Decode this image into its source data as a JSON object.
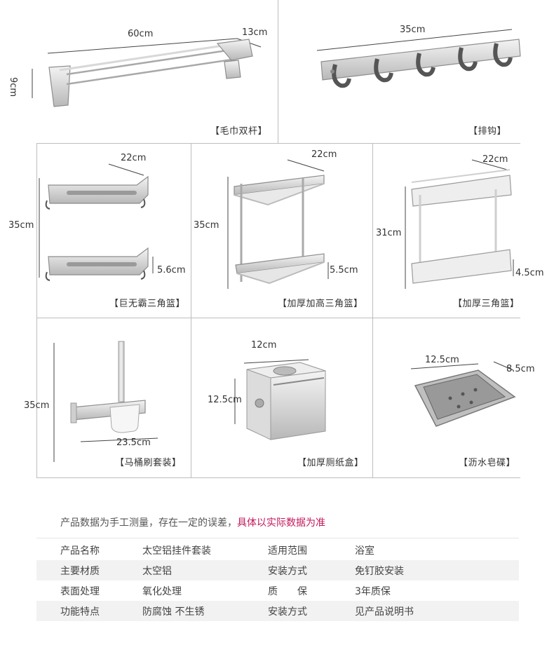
{
  "products": {
    "towel_bar": {
      "caption": "【毛巾双杆】",
      "width": "60cm",
      "depth": "13cm",
      "height": "9cm"
    },
    "hook_rack": {
      "caption": "【排钩】",
      "width": "35cm"
    },
    "corner_basket_large": {
      "caption": "【巨无霸三角篮】",
      "width": "22cm",
      "height": "35cm",
      "rim": "5.6cm"
    },
    "corner_basket_tall": {
      "caption": "【加厚加高三角篮】",
      "width": "22cm",
      "height": "35cm",
      "rim": "5.5cm"
    },
    "corner_basket_thick": {
      "caption": "【加厚三角篮】",
      "width": "22cm",
      "height": "31cm",
      "rim": "4.5cm"
    },
    "toilet_brush": {
      "caption": "【马桶刷套装】",
      "height": "35cm",
      "width": "23.5cm"
    },
    "paper_box": {
      "caption": "【加厚厕纸盒】",
      "width": "12cm",
      "height": "12.5cm"
    },
    "soap_dish": {
      "caption": "【沥水皂碟】",
      "length": "12.5cm",
      "width": "8.5cm"
    }
  },
  "note": {
    "text": "产品数据为手工测量，存在一定的误差，",
    "highlight": "具体以实际数据为准"
  },
  "specs": [
    {
      "k1": "产品名称",
      "v1": "太空铝挂件套装",
      "k2": "适用范围",
      "v2": "浴室"
    },
    {
      "k1": "主要材质",
      "v1": "太空铝",
      "k2": "安装方式",
      "v2": "免钉胶安装"
    },
    {
      "k1": "表面处理",
      "v1": "氧化处理",
      "k2": "质　　保",
      "v2": "3年质保"
    },
    {
      "k1": "功能特点",
      "v1": "防腐蚀 不生锈",
      "k2": "安装方式",
      "v2": "见产品说明书"
    }
  ],
  "colors": {
    "highlight": "#c2185b",
    "grid": "#bdbdbd",
    "row_shade": "#f2f2f2"
  }
}
